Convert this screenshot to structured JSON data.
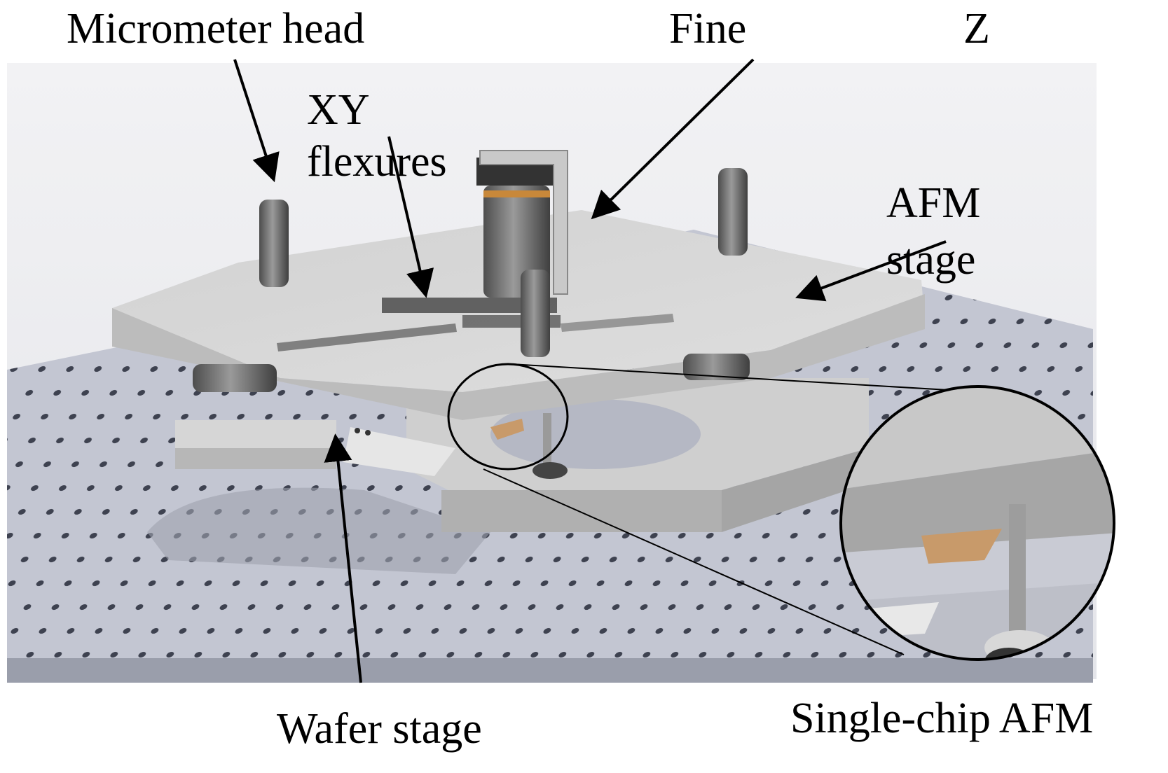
{
  "labels": {
    "micrometer_head": "Micrometer head",
    "fine": "Fine",
    "z": "Z",
    "xy": "XY",
    "flexures": "flexures",
    "afm": "AFM",
    "stage": "stage",
    "wafer_stage": "Wafer stage",
    "single_chip_afm": "Single-chip AFM"
  },
  "colors": {
    "plate_top": "#d7d7d7",
    "plate_side": "#bdbdbd",
    "table_top": "#c3c6d2",
    "table_side": "#9a9eab",
    "hole": "#3e4250",
    "cylinder": "#6b6b6b",
    "cantilever": "#c89a6a",
    "arrow": "#000000"
  }
}
